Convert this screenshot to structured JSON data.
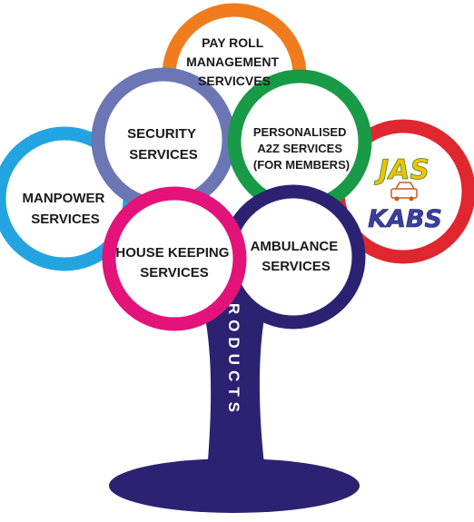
{
  "trunk_text": "OUR PRODUCTS",
  "colors": {
    "trunk": "#2b2272",
    "orange": "#f07c1e",
    "purple": "#6c76b4",
    "green": "#199a46",
    "red": "#e0262e",
    "blue": "#23a4e0",
    "magenta": "#e3137a",
    "navy": "#2b2272"
  },
  "services": [
    {
      "id": "payroll",
      "color": "orange",
      "lines": [
        "PAY ROLL",
        "MANAGEMENT",
        "SERVICVES"
      ]
    },
    {
      "id": "security",
      "color": "purple",
      "lines": [
        "SECURITY",
        "SERVICES"
      ]
    },
    {
      "id": "personalised",
      "color": "green",
      "lines": [
        "PERSONALISED",
        "A2Z SERVICES",
        "(FOR MEMBERS)"
      ]
    },
    {
      "id": "manpower",
      "color": "blue",
      "lines": [
        "MANPOWER",
        "SERVICES"
      ]
    },
    {
      "id": "housekeeping",
      "color": "magenta",
      "lines": [
        "HOUSE KEEPING",
        "SERVICES"
      ]
    },
    {
      "id": "ambulance",
      "color": "navy",
      "lines": [
        "AMBULANCE",
        "SERVICES"
      ]
    }
  ],
  "logo": {
    "color": "red",
    "line1": "JAS",
    "line2": "KABS"
  }
}
